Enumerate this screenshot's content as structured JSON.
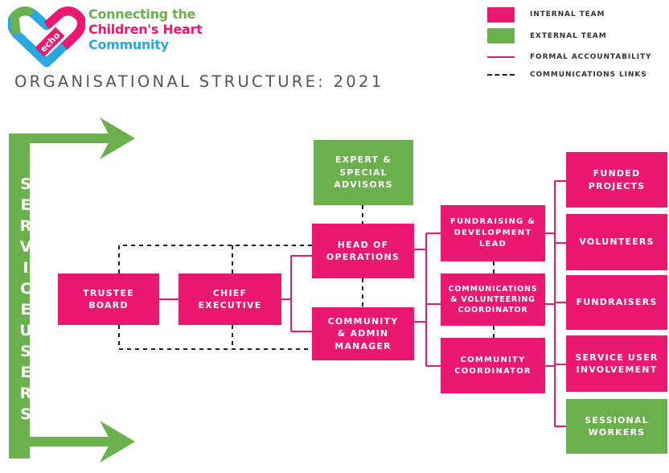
{
  "header": {
    "logo_word": "echo",
    "logo_line1": "Connecting the",
    "logo_line2": "Children's Heart",
    "logo_line3": "Community",
    "subtitle": "ORGANISATIONAL STRUCTURE: 2021"
  },
  "legend": {
    "internal": "INTERNAL TEAM",
    "external": "EXTERNAL TEAM",
    "formal": "FORMAL ACCOUNTABILITY",
    "comms": "COMMUNICATIONS LINKS"
  },
  "service_users": [
    "S",
    "E",
    "R",
    "V",
    "I",
    "C",
    "E",
    "U",
    "S",
    "E",
    "R",
    "S"
  ],
  "nodes": {
    "trustee": [
      "TRUSTEE",
      "BOARD"
    ],
    "chief": [
      "CHIEF",
      "EXECUTIVE"
    ],
    "experts": [
      "EXPERT &",
      "SPECIAL",
      "ADVISORS"
    ],
    "head_ops": [
      "HEAD OF",
      "OPERATIONS"
    ],
    "community_admin": [
      "COMMUNITY",
      "& ADMIN",
      "MANAGER"
    ],
    "fundraising": [
      "FUNDRAISING &",
      "DEVELOPMENT",
      "LEAD"
    ],
    "comms_vol": [
      "COMMUNICATIONS",
      "& VOLUNTEERING",
      "COORDINATOR"
    ],
    "community_coord": [
      "COMMUNITY",
      "COORDINATOR"
    ],
    "funded": [
      "FUNDED",
      "PROJECTS"
    ],
    "volunteers": [
      "VOLUNTEERS"
    ],
    "fundraisers": [
      "FUNDRAISERS"
    ],
    "service_user_inv": [
      "SERVICE USER",
      "INVOLVEMENT"
    ],
    "sessional": [
      "SESSIONAL",
      "WORKERS"
    ]
  },
  "colors": {
    "internal": "#ea1870",
    "external": "#6ab04c",
    "logo_green": "#6ab04c",
    "logo_pink": "#ea1870",
    "logo_blue": "#2aa7df"
  }
}
